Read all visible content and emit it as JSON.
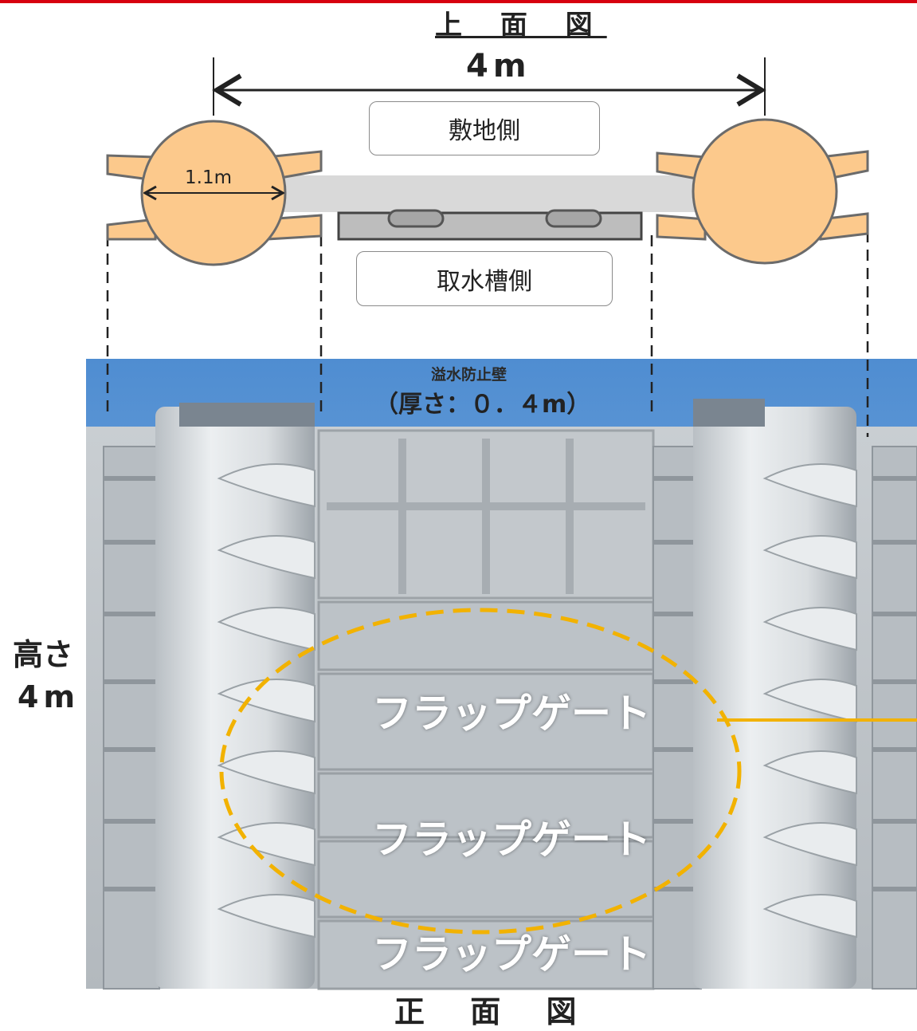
{
  "top_view": {
    "title": "上 面 図",
    "span_label": "4m",
    "land_side_label": "敷地側",
    "intake_side_label": "取水槽側",
    "diameter_label": "1.1m"
  },
  "front_view": {
    "title": "正 面 図",
    "wall_label": "溢水防止壁",
    "thickness_label": "（厚さ：０．４m）",
    "height_label_line1": "高さ",
    "height_label_line2": "4m",
    "gate_labels": [
      "フラップゲート",
      "フラップゲート",
      "フラップゲート"
    ]
  },
  "colors": {
    "accent_red": "#d7000f",
    "pillar_fill": "#fcc98c",
    "pillar_stroke": "#6b6b6b",
    "dashed_ellipse": "#f2b200",
    "leader_line": "#f2b200",
    "sky": "#5d95d3"
  }
}
